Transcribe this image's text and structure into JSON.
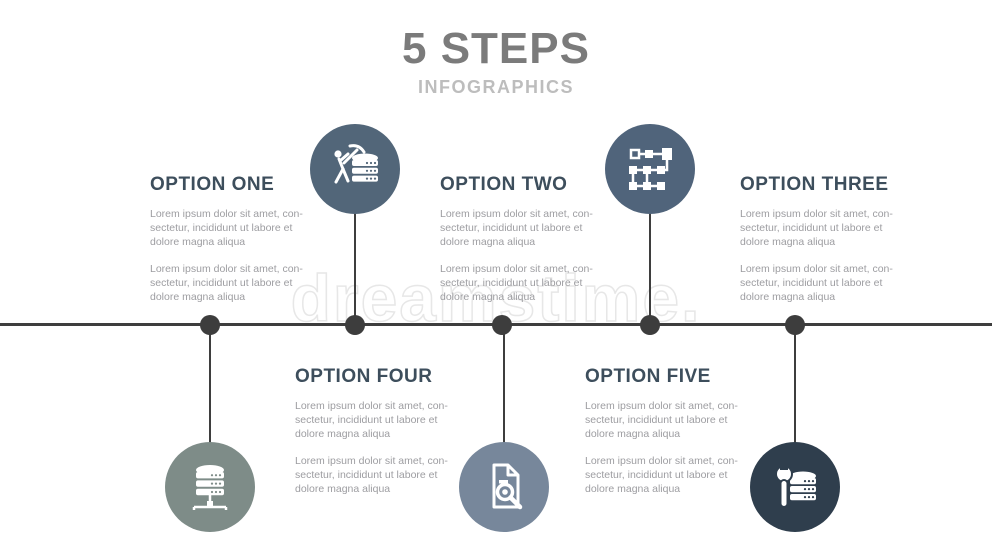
{
  "header": {
    "title": "5 STEPS",
    "subtitle": "INFOGRAPHICS"
  },
  "watermark": {
    "text": "dreamstime."
  },
  "colors": {
    "title": "#7b7b7b",
    "subtitle": "#bdbdbd",
    "step_heading": "#3d4e5c",
    "body_text": "#9d9da1",
    "timeline_line": "#3e3e3e",
    "timeline_dot": "#3d3d3d",
    "watermark_stroke": "#e7e7e7"
  },
  "steps": [
    {
      "label": "OPTION ONE",
      "body1": "Lorem ipsum dolor sit amet, con-\nsectetur, incididunt ut labore et\ndolore magna aliqua",
      "body2": "Lorem ipsum dolor sit amet, con-\nsectetur, incididunt ut labore et\ndolore magna aliqua"
    },
    {
      "label": "OPTION TWO",
      "body1": "Lorem ipsum dolor sit amet, con-\nsectetur, incididunt ut labore et\ndolore magna aliqua",
      "body2": "Lorem ipsum dolor sit amet, con-\nsectetur, incididunt ut labore et\ndolore magna aliqua"
    },
    {
      "label": "OPTION THREE",
      "body1": "Lorem ipsum dolor sit amet, con-\nsectetur, incididunt ut labore et\ndolore magna aliqua",
      "body2": "Lorem ipsum dolor sit amet, con-\nsectetur, incididunt ut labore et\ndolore magna aliqua"
    },
    {
      "label": "OPTION FOUR",
      "body1": "Lorem ipsum dolor sit amet, con-\nsectetur, incididunt ut labore et\ndolore magna aliqua",
      "body2": "Lorem ipsum dolor sit amet, con-\nsectetur, incididunt ut labore et\ndolore magna aliqua"
    },
    {
      "label": "OPTION FIVE",
      "body1": "Lorem ipsum dolor sit amet, con-\nsectetur, incididunt ut labore et\ndolore magna aliqua",
      "body2": "Lorem ipsum dolor sit amet, con-\nsectetur, incididunt ut labore et\ndolore magna aliqua"
    }
  ],
  "circles": [
    {
      "icon": "data-mining-icon",
      "color": "#526679",
      "position": "top"
    },
    {
      "icon": "structured-data-icon",
      "color": "#50647b",
      "position": "top"
    },
    {
      "icon": "database-network-icon",
      "color": "#7e8c88",
      "position": "bottom"
    },
    {
      "icon": "document-search-icon",
      "color": "#77879b",
      "position": "bottom"
    },
    {
      "icon": "database-maintenance-icon",
      "color": "#2f3e4d",
      "position": "bottom"
    }
  ]
}
